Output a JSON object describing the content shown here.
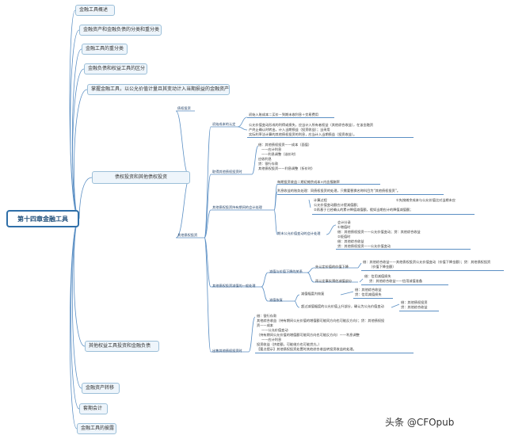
{
  "root": "第十四章金融工具",
  "level1": [
    "金融工具概述",
    "金融资产和金融负债的分类和重分类",
    "金融工具的重分类",
    "金融负债和权益工具的区分",
    "掌握金融工具，以公允价值计量且其变动计入当期损益的金融资产",
    "债权投资和其他债权投资",
    "其他权益工具投资和金融负债",
    "金融资产转移",
    "套期会计",
    "金融工具的披露"
  ],
  "branch": {
    "debt": "债权投资",
    "other_debt": "其他债权投资",
    "initial": "初始成本的认定",
    "initial_1": "初始入账成本＝买价－到期未收利息＋交易费用",
    "initial_2": "公允价值变动形成的利得或损失，应当计入所有者权益（其他综合收益），在该金融资",
    "initial_3": "产终止确认时转出，计入当期损益（投资收益）；当采用",
    "initial_4": "实际利率法计算的其他债权投资的利息，应当计入当期损益（投资收益）。",
    "acquire": "取得其他债权投资时",
    "acquire_1": "借：其他债权投资——成本（面值）",
    "acquire_2": "——应计利息",
    "acquire_3": "——利息调整（溢价时）",
    "acquire_4": "应收利息",
    "acquire_5": "贷：银行存款",
    "acquire_6": "其他债权投资——利息调整（折价时）",
    "hold": "其他债权投资持有期间的会计处理",
    "hold_1": "每期投资收益＝期初摊余成本×内含报酬率",
    "hold_2": "利息收益的账务处理：同债权投资的处理，只需要替换名称科目为“其他债权投资”。",
    "hold_3": "计算过程",
    "hold_4": "①先按摊余成本与公允价值比对当期末应",
    "hold_5": "公允价值变动额应计提减值额；",
    "hold_6": "②再基于已经确认的累计降值减值额，假如当期应计的降值减值额；",
    "fv": "期末公允价值变动的会计处理",
    "fv_1": "会计分录",
    "fv_2": "①增值时",
    "fv_3": "借：其他债权投资——公允价值变动；贷：其他综合收益",
    "fv_4": "②贬值时",
    "fv_5": "借：其他综合收益",
    "fv_6": "贷：其他债权投资——公允价值变动",
    "impair": "其他债权投资减值的一般处理",
    "impair_a": "减值与价值下降的关系",
    "impair_a1": "先认定价值的价值下降",
    "impair_a1t": "借：其他综合收益——其他债权投资公允价值变动（价值下降金额）；贷：其他债权投资",
    "impair_a1t2": "（价值下降金额）",
    "impair_a2": "再认定事实预估减值部分",
    "impair_a2t1": "借：信用减值损失",
    "impair_a2t2": "贷：其他综合收益——信用减值准备",
    "impair_b": "减值恢复",
    "impair_b1": "减值幅度内恢复",
    "impair_b1t1": "借：其他综合收益",
    "impair_b1t2": "贷：信用减值损失",
    "impair_b2": "超过减值幅度的公允价值上升部分，确认为公允价值变动",
    "impair_b2t1": "借：其他债权投资",
    "impair_b2t2": "贷：其他综合收益",
    "sale": "出售其他债权投资时",
    "sale_1": "借：银行存款",
    "sale_2": "其他综合收益（持有期间公允价值的增值额可能同方向也可能反方向）；贷：其他债权投",
    "sale_3": "资——成本",
    "sale_4": "——公允价值变动",
    "sale_5": "（持有期间公允价值的增值额可能同方向也可能反方向）——利息调整",
    "sale_6": "——应计利息",
    "sale_7": "投资收益（挤差额，可能借方也可能贷方。）",
    "sale_8": "【要点提示】其他债权投资处置时其他综合收益转投资收益的处理。"
  },
  "watermark": "头条 @CFOpub",
  "colors": {
    "node_border": "#9cbfd8",
    "node_fill": "#eef5fb",
    "edge": "#5b8fc4",
    "root_border": "#2f6fa8"
  }
}
